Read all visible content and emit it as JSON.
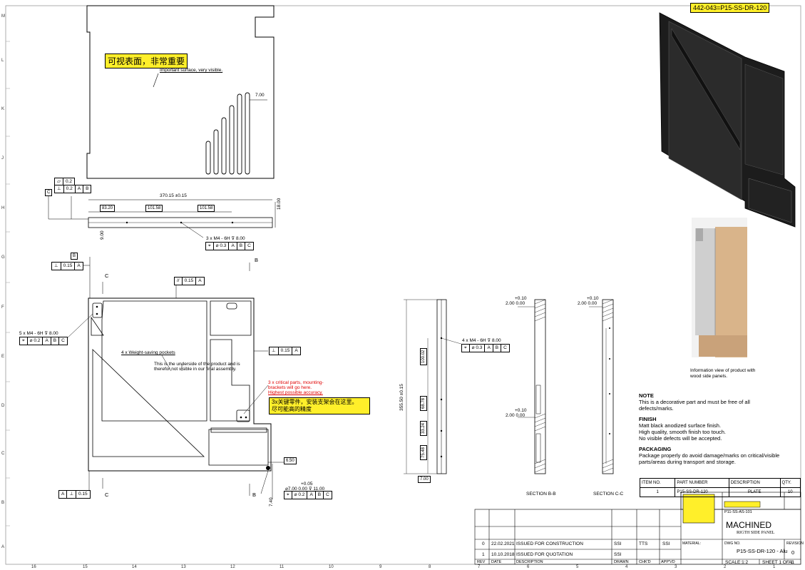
{
  "header": {
    "drawing_tag": "442-043=P15-SS-DR-120"
  },
  "border": {
    "rows": [
      "M",
      "L",
      "K",
      "J",
      "H",
      "G",
      "F",
      "E",
      "D",
      "C",
      "B",
      "A"
    ],
    "cols": [
      "16",
      "15",
      "14",
      "13",
      "12",
      "11",
      "10",
      "9",
      "8",
      "7",
      "6",
      "5",
      "4",
      "3",
      "2",
      "1"
    ]
  },
  "top_view": {
    "cn_label": "可视表面，非常重要",
    "en_label": "Important surface, very visible.",
    "dim_700": "7.00"
  },
  "side_view": {
    "flat_sym": "⏥",
    "flat_val": "0.2",
    "perp_sym": "⊥",
    "perp_val": "0.2",
    "datum_a": "A",
    "datum_b": "B",
    "datum_c": "C",
    "overall": "370.15 ±0.15",
    "d1": "83.20",
    "d2": "101.58",
    "d3": "101.58",
    "height": "18.00",
    "left": "9.00",
    "thread_note": "3 x M4 - 6H ⊽ 8.00",
    "pos_sym": "⌖",
    "pos_val": "⌀ 0.3"
  },
  "main_view": {
    "datum_b": "B",
    "datum_a": "A",
    "datum_c": "C",
    "perp_sym": "⊥",
    "perp_015": "0.15",
    "par_sym": "//",
    "par_015": "0.15",
    "sect_c": "C",
    "sect_b": "B",
    "thread5": "5 x M4 - 6H ⊽ 8.00",
    "pos_sym": "⌖",
    "pos_02": "⌀ 0.2",
    "pockets": "4 x Weight-saving pockets",
    "underside1": "This is the underside of the product and is",
    "underside2": "therefor not visible in our final assembly.",
    "perp_right": "0.15",
    "crit1": "3 x critical parts, mounting-",
    "crit2": "brackets will go here.",
    "crit3": "Highest possible accuracy.",
    "crit_cn1": "3x关键零件，安装支架会在这里。",
    "crit_cn2": "尽可能高的精度",
    "d650": "6.50",
    "d740": "7.40",
    "hole_tol": "+0.05",
    "hole_note": "⌀7.00  0.00 ⊽ 11.00",
    "perp_bot": "0.15"
  },
  "section_b": {
    "height": "355.50 ±0.15",
    "thread": "4 x M4 - 6H ⊽ 8.00",
    "pos_03": "⌀ 0.3",
    "d1": "100.02",
    "d2": "68.78",
    "d3": "33.24",
    "d4": "75.48",
    "width": "7.00",
    "tol_top": "+0.10",
    "tol_mid_val": "2.00  0.00",
    "tol_mid": "+0.10",
    "tol_mid_val2": "2.00  0.00",
    "label": "SECTION B-B"
  },
  "section_c": {
    "tol_top": "+0.10",
    "tol_val": "2.00  0.00",
    "label": "SECTION C-C"
  },
  "photo": {
    "caption1": "Information view of product with",
    "caption2": "wood side panels."
  },
  "notes": {
    "note_h": "NOTE",
    "note1": "This is a decorative part and must be free of all",
    "note2": "defects/marks.",
    "finish_h": "FINISH",
    "finish1": "Matt black anodized surface finish.",
    "finish2": "High quality, smooth finish too touch.",
    "finish3": "No visible defects will be accepted.",
    "pack_h": "PACKAGING",
    "pack1": "Package properly do avoid damage/marks on critical/visible",
    "pack2": "parts/areas during transport and storage."
  },
  "bom": {
    "headers": [
      "ITEM NO.",
      "PART NUMBER",
      "DESCRIPTION",
      "QTY."
    ],
    "row": [
      "1",
      "P15-SS-DR-120",
      "PLATE",
      "10"
    ]
  },
  "title_block": {
    "ref_dwg": "P11-SS-AS-101",
    "machined": "MACHINED",
    "subtitle": "RIGTH SIDE PANEL",
    "dwg_no": "P15-SS-DR-120 - Alu",
    "revision": "0",
    "scale": "SCALE:1:2",
    "sheet": "SHEET 1 OF 1",
    "size": "A1",
    "rev_rows": [
      [
        "0",
        "22.02.2021",
        "ISSUED FOR CONSTRUCTION",
        "SSI",
        "TTS",
        "SSI"
      ],
      [
        "1",
        "10.10.2018",
        "ISSUED FOR QUOTATION",
        "SSI",
        "",
        ""
      ]
    ],
    "rev_headers": [
      "REV",
      "DATE",
      "DESCRIPTION",
      "DRAWN",
      "CHK'D",
      "APP'VD"
    ],
    "drawing_no_label": "DWG NO.",
    "rev_label": "REVISION",
    "mat_label": "MATERIAL:"
  },
  "colors": {
    "highlight": "#ffef2a",
    "critical": "#e00000",
    "anodized": "#1c1c1c",
    "wood": "#d9b48a"
  }
}
